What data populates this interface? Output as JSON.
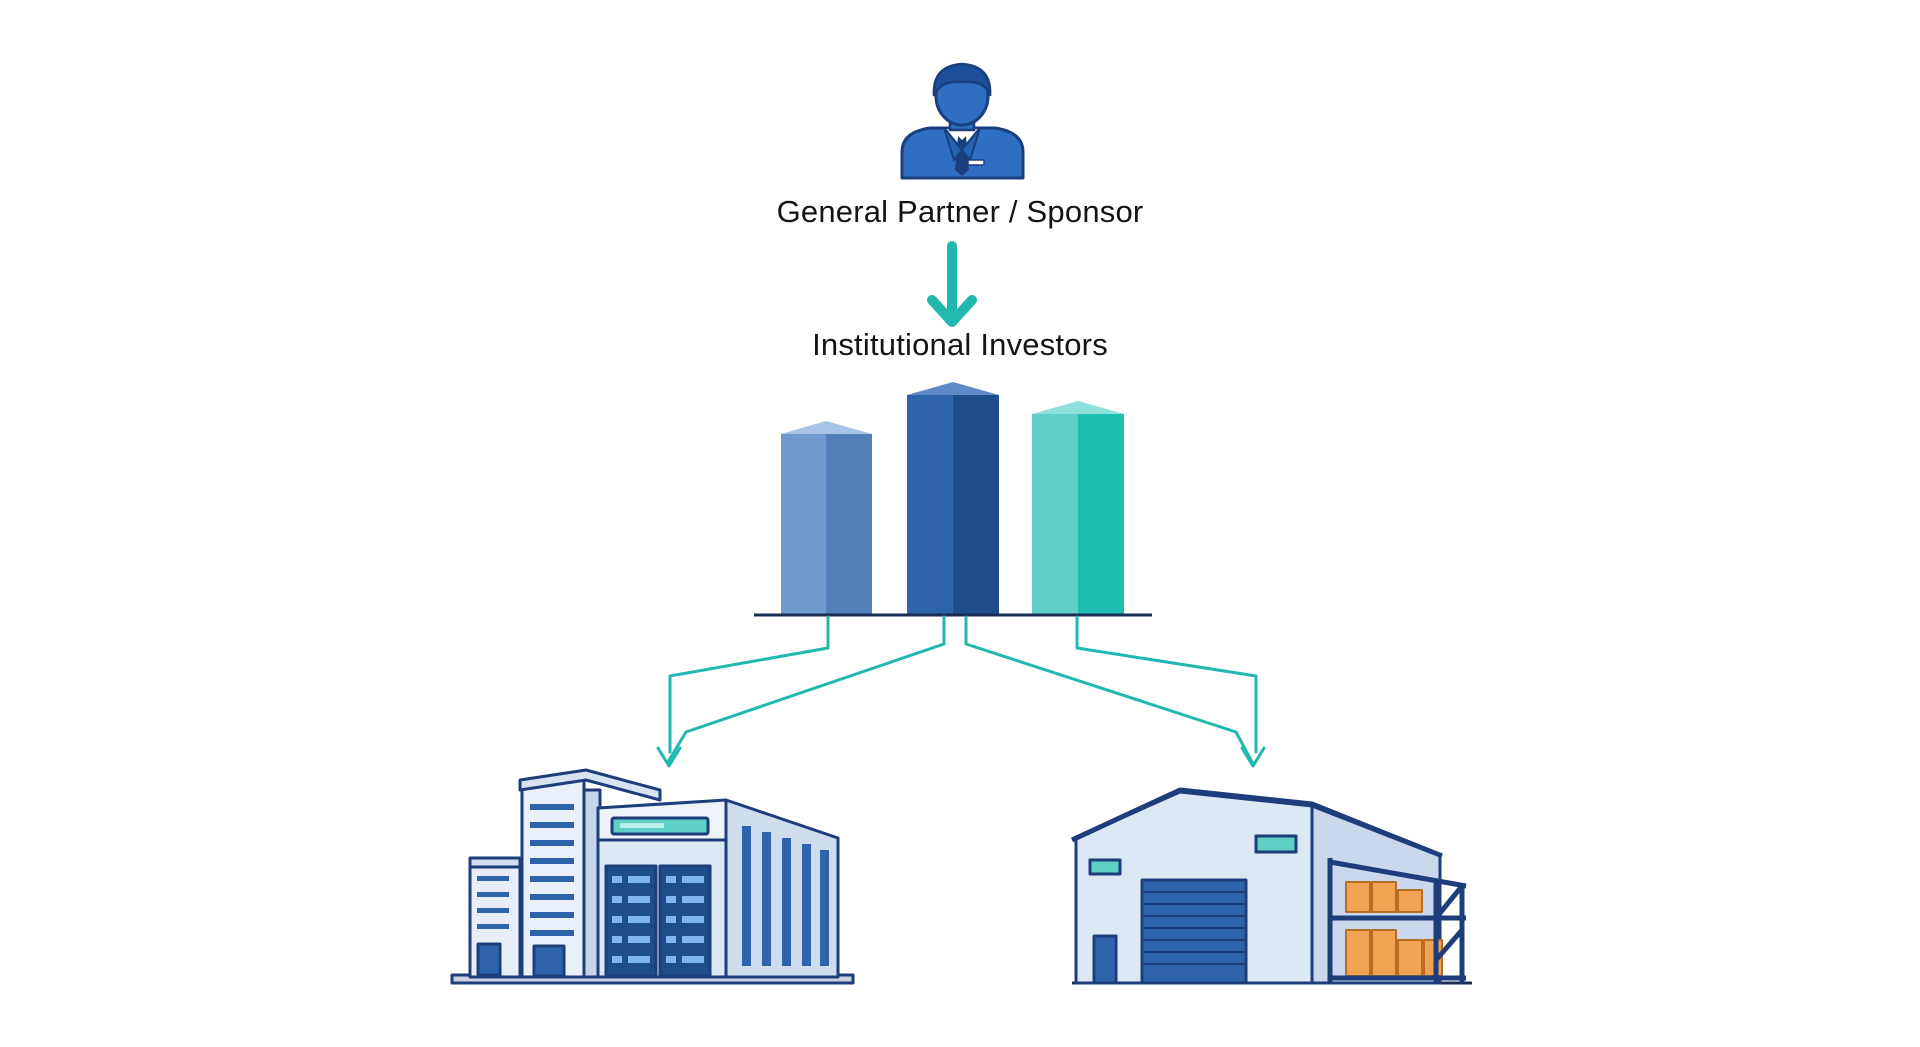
{
  "general_partner": {
    "label": "General Partner / Sponsor",
    "icon": "person-in-suit-icon"
  },
  "institutional_investors": {
    "label": "Institutional Investors",
    "icon": "bar-chart-icon",
    "bar_colors": [
      "#6f9acb",
      "#2f64ad",
      "#3fc6bb"
    ]
  },
  "assets": [
    {
      "name": "office-data-center-building",
      "icon": "office-building-icon"
    },
    {
      "name": "warehouse-building",
      "icon": "warehouse-icon"
    }
  ],
  "colors": {
    "accent_teal": "#22b8b0",
    "navy_outline": "#1d3e7a",
    "primary_blue": "#2f64ad",
    "light_blue_fill": "#dce7f5",
    "orange_boxes": "#f2a253"
  }
}
